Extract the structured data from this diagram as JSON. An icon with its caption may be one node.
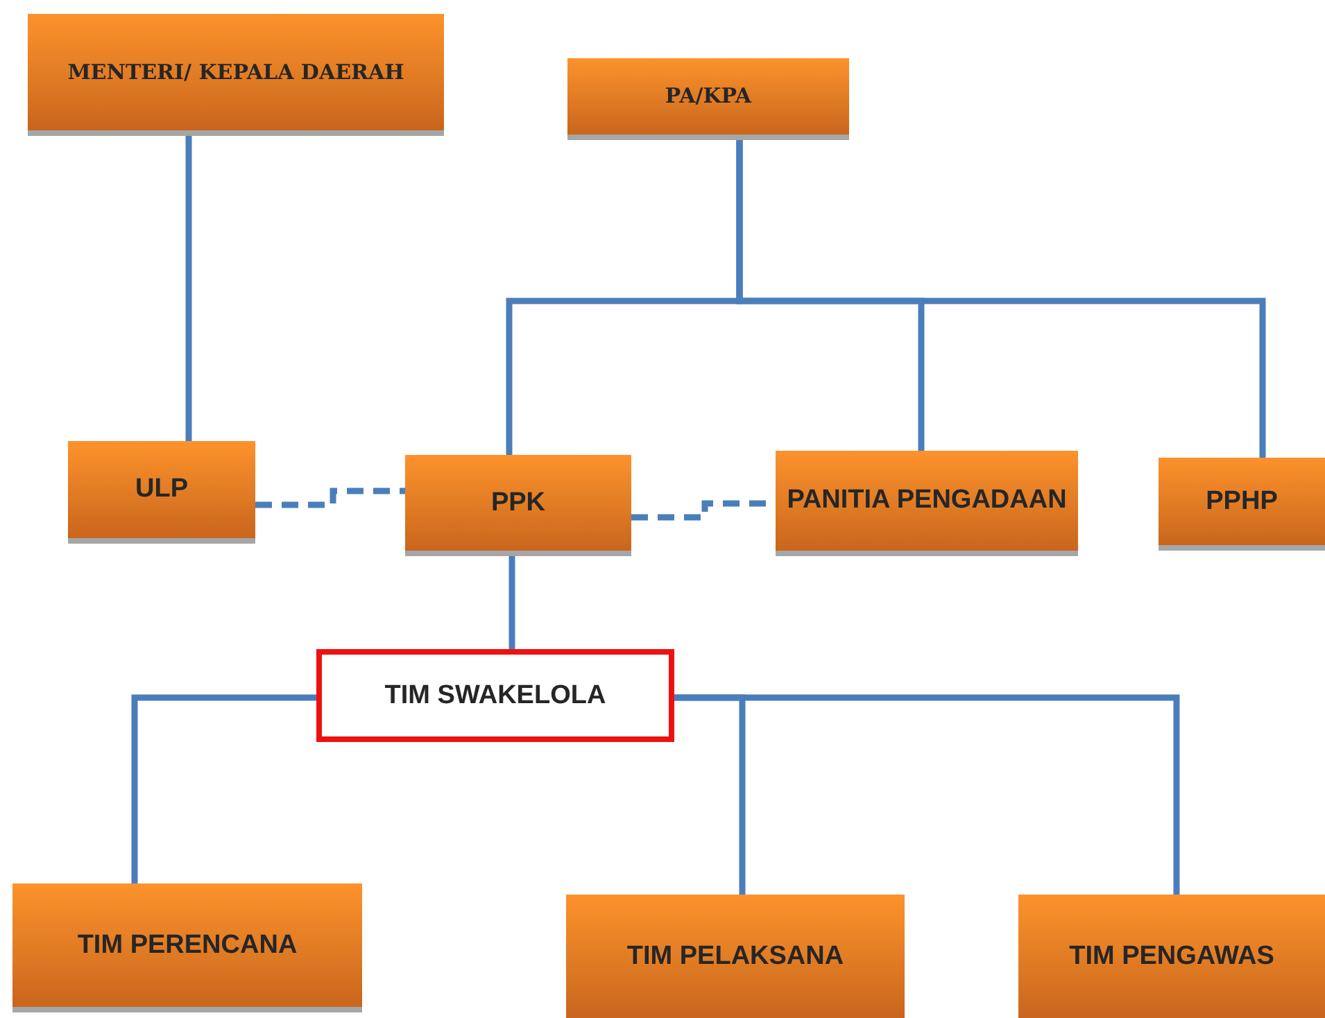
{
  "diagram": {
    "nodes": [
      {
        "text": [
          "MENTERI/ KEPALA DAERAH"
        ]
      },
      {
        "text": [
          "PA/KPA"
        ]
      },
      {
        "text": [
          "ULP"
        ]
      },
      {
        "text": [
          "PPK"
        ]
      },
      {
        "text": [
          "PANITIA PENGADAAN"
        ]
      },
      {
        "text": [
          "PPHP"
        ]
      },
      {
        "text": [
          "TIM SWAKELOLA"
        ]
      },
      {
        "text": [
          "TIM PERENCANA"
        ]
      },
      {
        "text": [
          "TIM PELAKSANA"
        ]
      },
      {
        "text": [
          "TIM PENGAWAS"
        ]
      }
    ],
    "edges": [
      {
        "from": 0,
        "to": 2,
        "arrow": "none"
      },
      {
        "from": 1,
        "to": 3,
        "arrow": "none"
      },
      {
        "from": 1,
        "to": 4,
        "arrow": "none"
      },
      {
        "from": 1,
        "to": 5,
        "arrow": "none"
      },
      {
        "from": 2,
        "to": 3,
        "arrow": "none",
        "style": "dashed"
      },
      {
        "from": 3,
        "to": 4,
        "arrow": "none",
        "style": "dashed"
      },
      {
        "from": 3,
        "to": 6,
        "arrow": "none"
      },
      {
        "from": 6,
        "to": 7,
        "arrow": "none"
      },
      {
        "from": 6,
        "to": 8,
        "arrow": "none"
      },
      {
        "from": 6,
        "to": 9,
        "arrow": "none"
      }
    ]
  }
}
